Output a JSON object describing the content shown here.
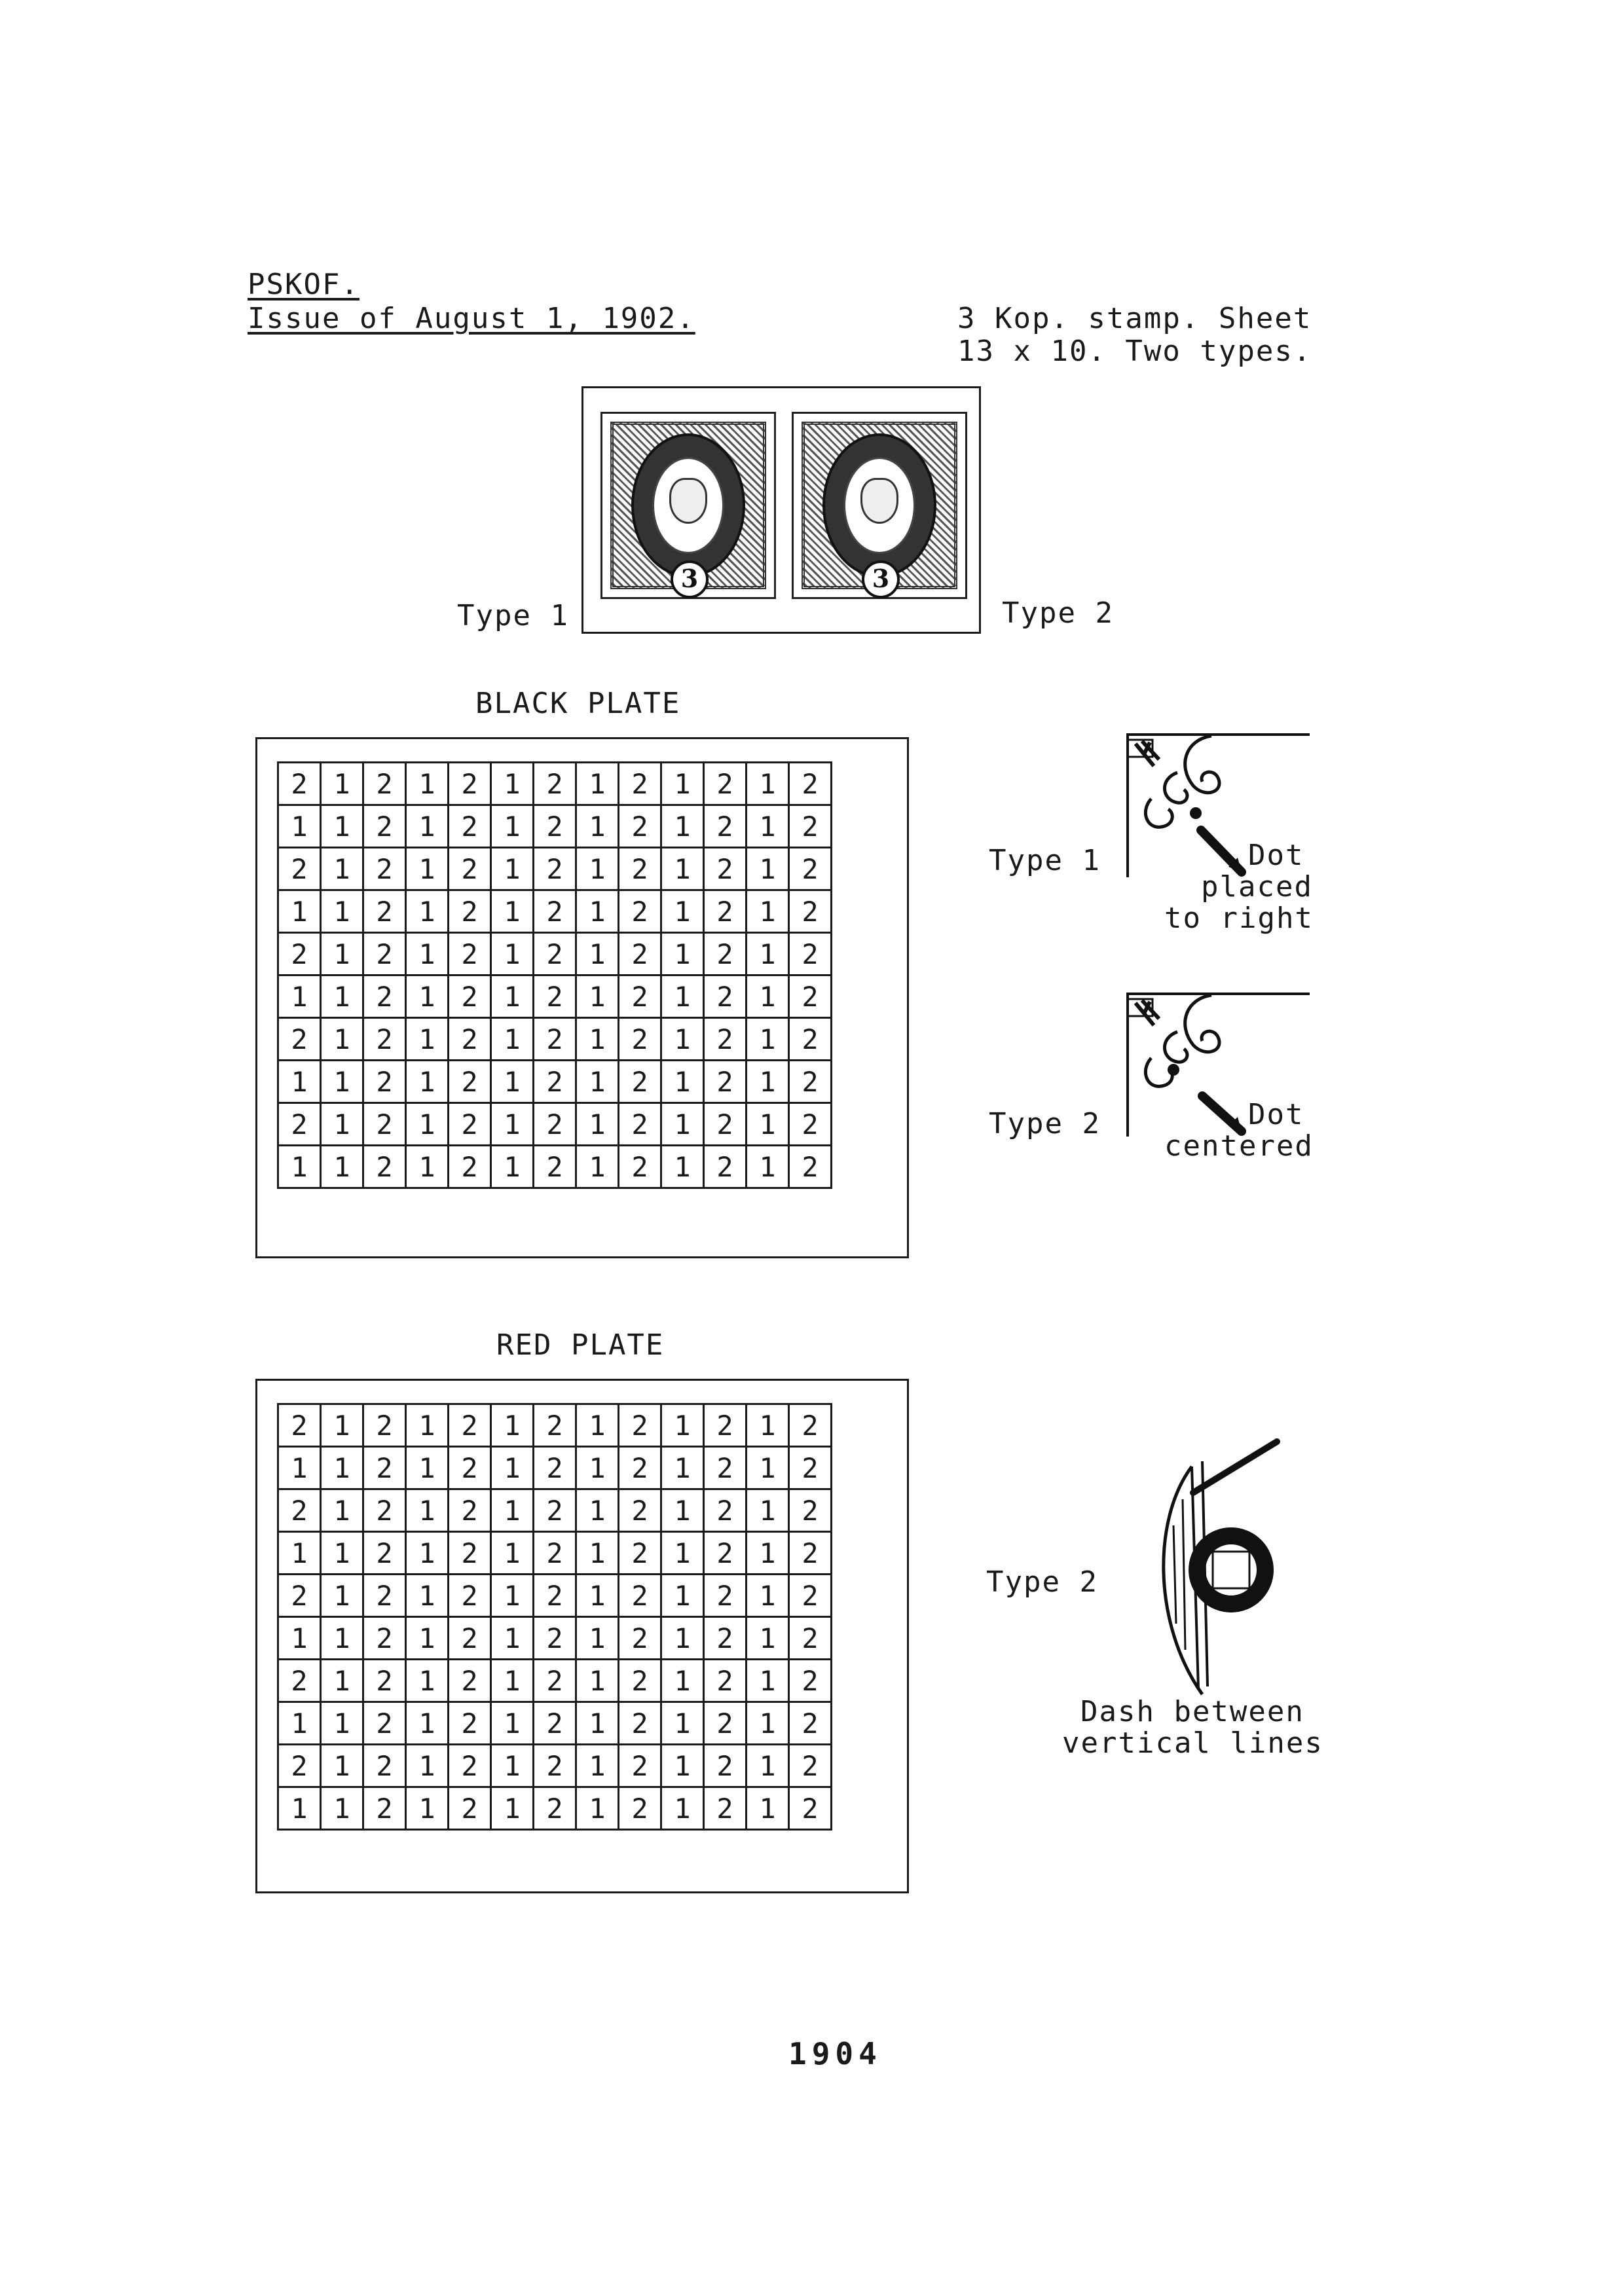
{
  "header": {
    "place": "PSKOF.",
    "issue": "Issue of August 1, 1902.",
    "stamp_info_line1": "3 Kop. stamp. Sheet",
    "stamp_info_line2": "13 x 10. Two types."
  },
  "photo": {
    "type1_label": "Type 1",
    "type2_label": "Type 2",
    "stamp_value": "3"
  },
  "black_plate": {
    "title": "BLACK PLATE",
    "rows": [
      [
        "2",
        "1",
        "2",
        "1",
        "2",
        "1",
        "2",
        "1",
        "2",
        "1",
        "2",
        "1",
        "2"
      ],
      [
        "1",
        "1",
        "2",
        "1",
        "2",
        "1",
        "2",
        "1",
        "2",
        "1",
        "2",
        "1",
        "2"
      ],
      [
        "2",
        "1",
        "2",
        "1",
        "2",
        "1",
        "2",
        "1",
        "2",
        "1",
        "2",
        "1",
        "2"
      ],
      [
        "1",
        "1",
        "2",
        "1",
        "2",
        "1",
        "2",
        "1",
        "2",
        "1",
        "2",
        "1",
        "2"
      ],
      [
        "2",
        "1",
        "2",
        "1",
        "2",
        "1",
        "2",
        "1",
        "2",
        "1",
        "2",
        "1",
        "2"
      ],
      [
        "1",
        "1",
        "2",
        "1",
        "2",
        "1",
        "2",
        "1",
        "2",
        "1",
        "2",
        "1",
        "2"
      ],
      [
        "2",
        "1",
        "2",
        "1",
        "2",
        "1",
        "2",
        "1",
        "2",
        "1",
        "2",
        "1",
        "2"
      ],
      [
        "1",
        "1",
        "2",
        "1",
        "2",
        "1",
        "2",
        "1",
        "2",
        "1",
        "2",
        "1",
        "2"
      ],
      [
        "2",
        "1",
        "2",
        "1",
        "2",
        "1",
        "2",
        "1",
        "2",
        "1",
        "2",
        "1",
        "2"
      ],
      [
        "1",
        "1",
        "2",
        "1",
        "2",
        "1",
        "2",
        "1",
        "2",
        "1",
        "2",
        "1",
        "2"
      ]
    ]
  },
  "red_plate": {
    "title": "RED PLATE",
    "rows": [
      [
        "2",
        "1",
        "2",
        "1",
        "2",
        "1",
        "2",
        "1",
        "2",
        "1",
        "2",
        "1",
        "2"
      ],
      [
        "1",
        "1",
        "2",
        "1",
        "2",
        "1",
        "2",
        "1",
        "2",
        "1",
        "2",
        "1",
        "2"
      ],
      [
        "2",
        "1",
        "2",
        "1",
        "2",
        "1",
        "2",
        "1",
        "2",
        "1",
        "2",
        "1",
        "2"
      ],
      [
        "1",
        "1",
        "2",
        "1",
        "2",
        "1",
        "2",
        "1",
        "2",
        "1",
        "2",
        "1",
        "2"
      ],
      [
        "2",
        "1",
        "2",
        "1",
        "2",
        "1",
        "2",
        "1",
        "2",
        "1",
        "2",
        "1",
        "2"
      ],
      [
        "1",
        "1",
        "2",
        "1",
        "2",
        "1",
        "2",
        "1",
        "2",
        "1",
        "2",
        "1",
        "2"
      ],
      [
        "2",
        "1",
        "2",
        "1",
        "2",
        "1",
        "2",
        "1",
        "2",
        "1",
        "2",
        "1",
        "2"
      ],
      [
        "1",
        "1",
        "2",
        "1",
        "2",
        "1",
        "2",
        "1",
        "2",
        "1",
        "2",
        "1",
        "2"
      ],
      [
        "2",
        "1",
        "2",
        "1",
        "2",
        "1",
        "2",
        "1",
        "2",
        "1",
        "2",
        "1",
        "2"
      ],
      [
        "1",
        "1",
        "2",
        "1",
        "2",
        "1",
        "2",
        "1",
        "2",
        "1",
        "2",
        "1",
        "2"
      ]
    ]
  },
  "details": {
    "type1_label": "Type 1",
    "type1_caption_line1": "Dot",
    "type1_caption_line2": "placed",
    "type1_caption_line3": "to right",
    "type2_label": "Type 2",
    "type2_caption_line1": "Dot",
    "type2_caption_line2": "centered",
    "red_type2_label": "Type 2",
    "red_caption_line1": "Dash between",
    "red_caption_line2": "vertical lines"
  },
  "footer": {
    "page_number": "1904"
  }
}
